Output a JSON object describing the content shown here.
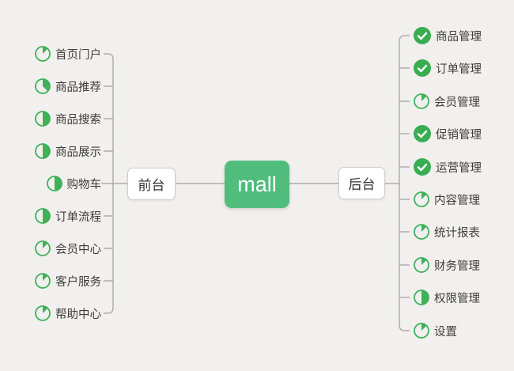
{
  "root": {
    "label": "mall"
  },
  "branches": {
    "left": {
      "label": "前台",
      "items": [
        {
          "label": "首页门户",
          "progress": "1/8"
        },
        {
          "label": "商品推荐",
          "progress": "3/8"
        },
        {
          "label": "商品搜索",
          "progress": "1/2"
        },
        {
          "label": "商品展示",
          "progress": "1/2"
        },
        {
          "label": "购物车",
          "progress": "1/2"
        },
        {
          "label": "订单流程",
          "progress": "1/2"
        },
        {
          "label": "会员中心",
          "progress": "1/8"
        },
        {
          "label": "客户服务",
          "progress": "1/8"
        },
        {
          "label": "帮助中心",
          "progress": "1/8"
        }
      ]
    },
    "right": {
      "label": "后台",
      "items": [
        {
          "label": "商品管理",
          "progress": "done"
        },
        {
          "label": "订单管理",
          "progress": "done"
        },
        {
          "label": "会员管理",
          "progress": "1/8"
        },
        {
          "label": "促销管理",
          "progress": "done"
        },
        {
          "label": "运营管理",
          "progress": "done"
        },
        {
          "label": "内容管理",
          "progress": "1/8"
        },
        {
          "label": "统计报表",
          "progress": "1/8"
        },
        {
          "label": "财务管理",
          "progress": "1/8"
        },
        {
          "label": "权限管理",
          "progress": "1/2"
        },
        {
          "label": "设置",
          "progress": "1/8"
        }
      ]
    }
  },
  "colors": {
    "background": "#f1f0ee",
    "root_green": "#50bd7c",
    "pie_green": "#3eb159",
    "check_green": "#3aad52",
    "connector_gray": "#aeaeac",
    "text_dark": "#3d3d3d"
  }
}
